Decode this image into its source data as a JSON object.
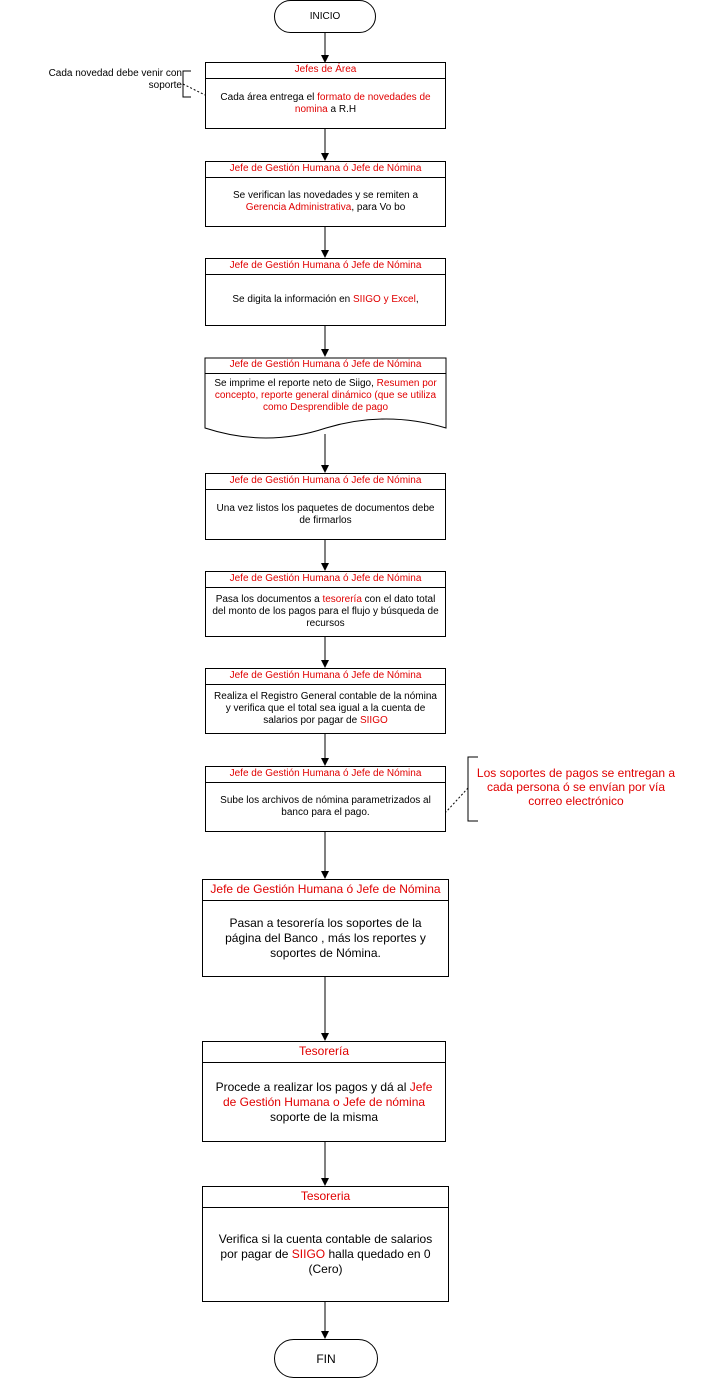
{
  "start_label": "INICIO",
  "end_label": "FIN",
  "steps": [
    {
      "header": "Jefes de Área",
      "body_pre": "Cada área entrega el ",
      "body_red": "formato de novedades de nomina",
      "body_post": " a R.H"
    },
    {
      "header": "Jefe de Gestión Humana ó Jefe de Nómina",
      "body_pre": "Se verifican las novedades y se remiten a ",
      "body_red": "Gerencia Administrativa",
      "body_post": ", para Vo bo"
    },
    {
      "header": "Jefe de Gestión Humana ó Jefe de Nómina",
      "body_pre": "Se digita la información en ",
      "body_red": "SIIGO y Excel",
      "body_post": ","
    },
    {
      "header": "Jefe de Gestión Humana ó Jefe de Nómina",
      "body_pre": "Se imprime el reporte neto de Siigo, ",
      "body_red": "Resumen por concepto, reporte general dinámico (que se utiliza como Desprendible de pago",
      "body_post": ""
    },
    {
      "header": "Jefe de Gestión Humana ó Jefe de Nómina",
      "body_pre": "Una vez listos los paquetes de documentos debe de firmarlos",
      "body_red": "",
      "body_post": ""
    },
    {
      "header": "Jefe de Gestión Humana ó Jefe de Nómina",
      "body_pre": "Pasa los documentos a ",
      "body_red": "tesorería",
      "body_post": " con el dato total del monto de los pagos para el flujo y búsqueda de recursos"
    },
    {
      "header": "Jefe de Gestión Humana ó Jefe de Nómina",
      "body_pre": "Realiza el Registro General contable de la nómina y verifica que el total sea igual a la cuenta de salarios por pagar de ",
      "body_red": "SIIGO",
      "body_post": ""
    },
    {
      "header": "Jefe de Gestión Humana ó Jefe de Nómina",
      "body_pre": "Sube los archivos de nómina parametrizados al banco para el pago.",
      "body_red": "",
      "body_post": ""
    },
    {
      "header": "Jefe de Gestión Humana ó Jefe de Nómina",
      "body_pre": "Pasan a tesorería los soportes de la página del Banco , más los reportes  y soportes de Nómina.",
      "body_red": "",
      "body_post": ""
    },
    {
      "header": "Tesorería",
      "body_pre": "Procede a realizar los pagos y dá al ",
      "body_red": "Jefe de Gestión Humana o Jefe de nómina",
      "body_post": " soporte de la misma"
    },
    {
      "header": "Tesoreria",
      "body_pre": "Verifica si la cuenta contable de salarios por pagar de ",
      "body_red": "SIIGO",
      "body_post": " halla quedado en 0 (Cero)"
    }
  ],
  "annotations": {
    "left_note": "Cada novedad debe venir con soporte",
    "right_note": "Los soportes de pagos se entregan a cada persona ó se envían por vía correo electrónico"
  },
  "colors": {
    "accent": "#e00000",
    "line": "#000000"
  }
}
